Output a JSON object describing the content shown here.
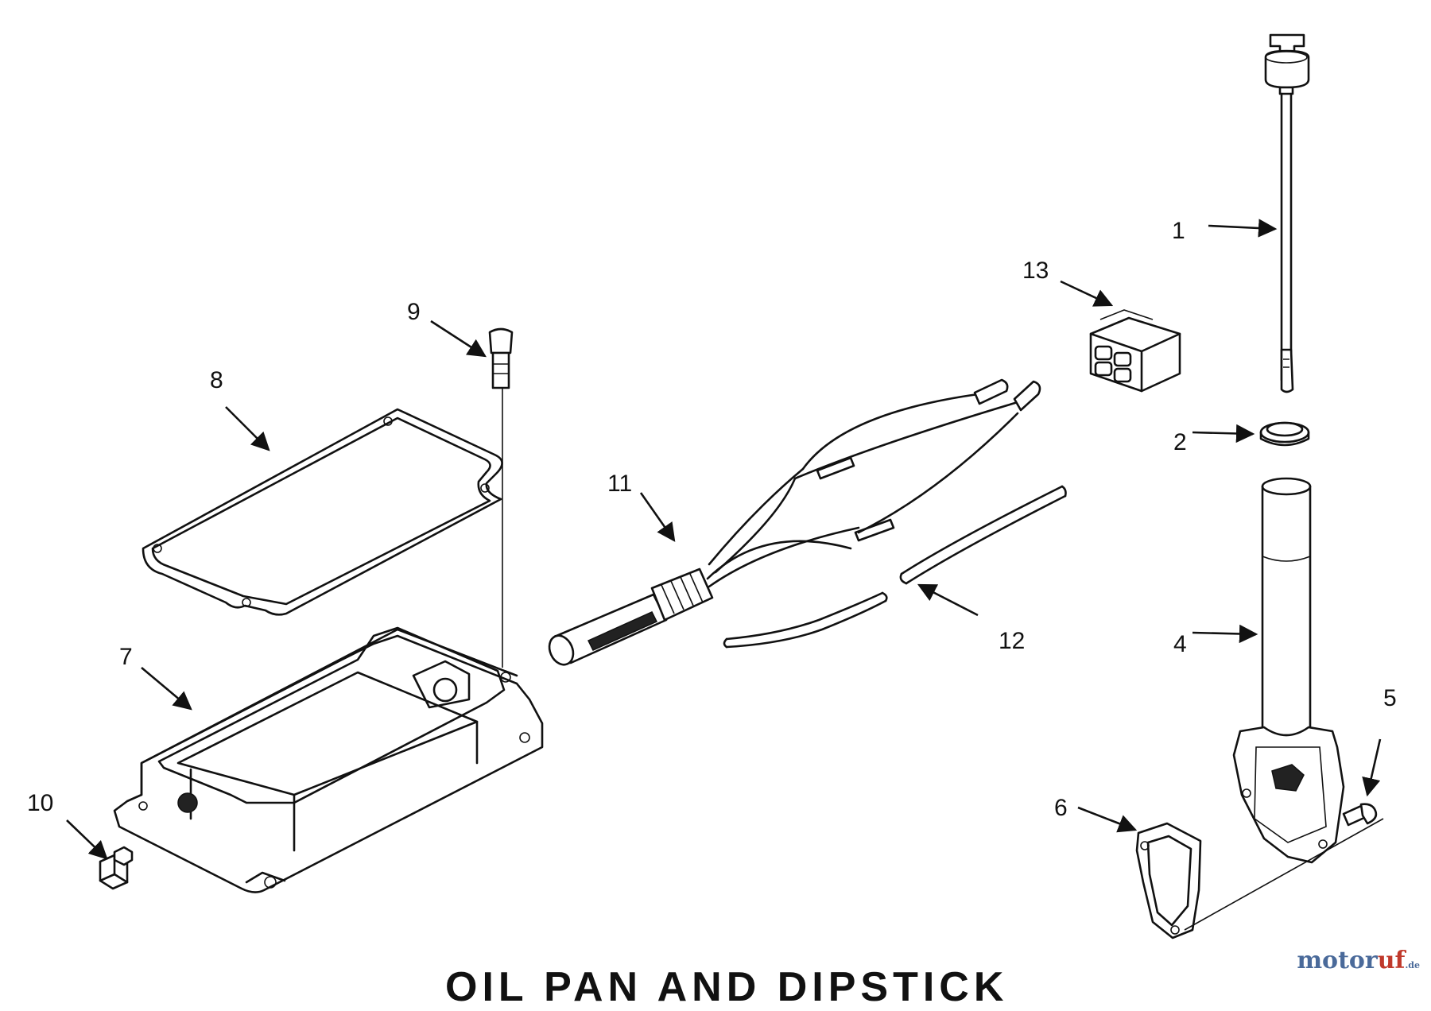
{
  "diagram": {
    "callouts": {
      "c1": "1",
      "c2": "2",
      "c4": "4",
      "c5": "5",
      "c6": "6",
      "c7": "7",
      "c8": "8",
      "c9": "9",
      "c10": "10",
      "c11": "11",
      "c12": "12",
      "c13": "13"
    },
    "footer_title": "OIL PAN AND DIPSTICK"
  },
  "watermark": {
    "part1": "motor",
    "part2": "uf",
    "part3": ".de"
  }
}
